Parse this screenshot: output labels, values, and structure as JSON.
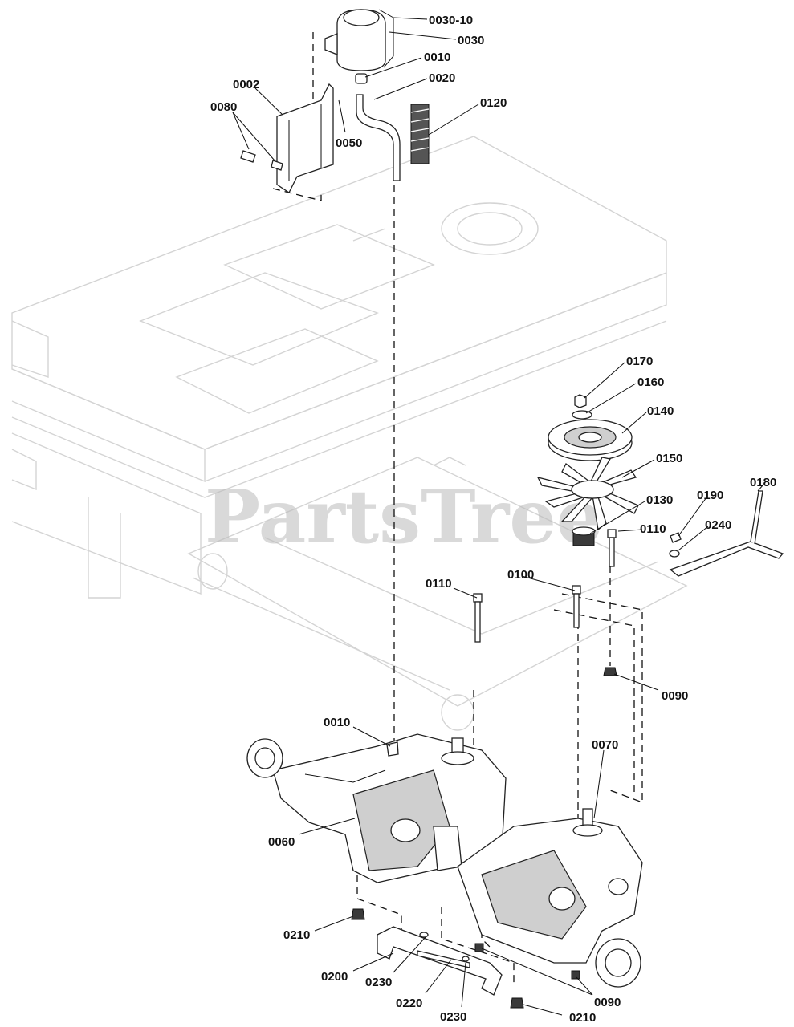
{
  "diagram": {
    "watermark": "PartsTree",
    "callouts": {
      "c0030_10": "0030-10",
      "c0030": "0030",
      "c0010_top": "0010",
      "c0020": "0020",
      "c0002": "0002",
      "c0080": "0080",
      "c0050": "0050",
      "c0120": "0120",
      "c0170": "0170",
      "c0160": "0160",
      "c0140": "0140",
      "c0150": "0150",
      "c0130": "0130",
      "c0190": "0190",
      "c0180": "0180",
      "c0110_right": "0110",
      "c0240": "0240",
      "c0110_mid": "0110",
      "c0100": "0100",
      "c0090_mid": "0090",
      "c0010_bottom": "0010",
      "c0070": "0070",
      "c0060": "0060",
      "c0210_left": "0210",
      "c0200": "0200",
      "c0230_left": "0230",
      "c0220": "0220",
      "c0230_bottom": "0230",
      "c0090_bottom": "0090",
      "c0210_bottom": "0210"
    }
  }
}
